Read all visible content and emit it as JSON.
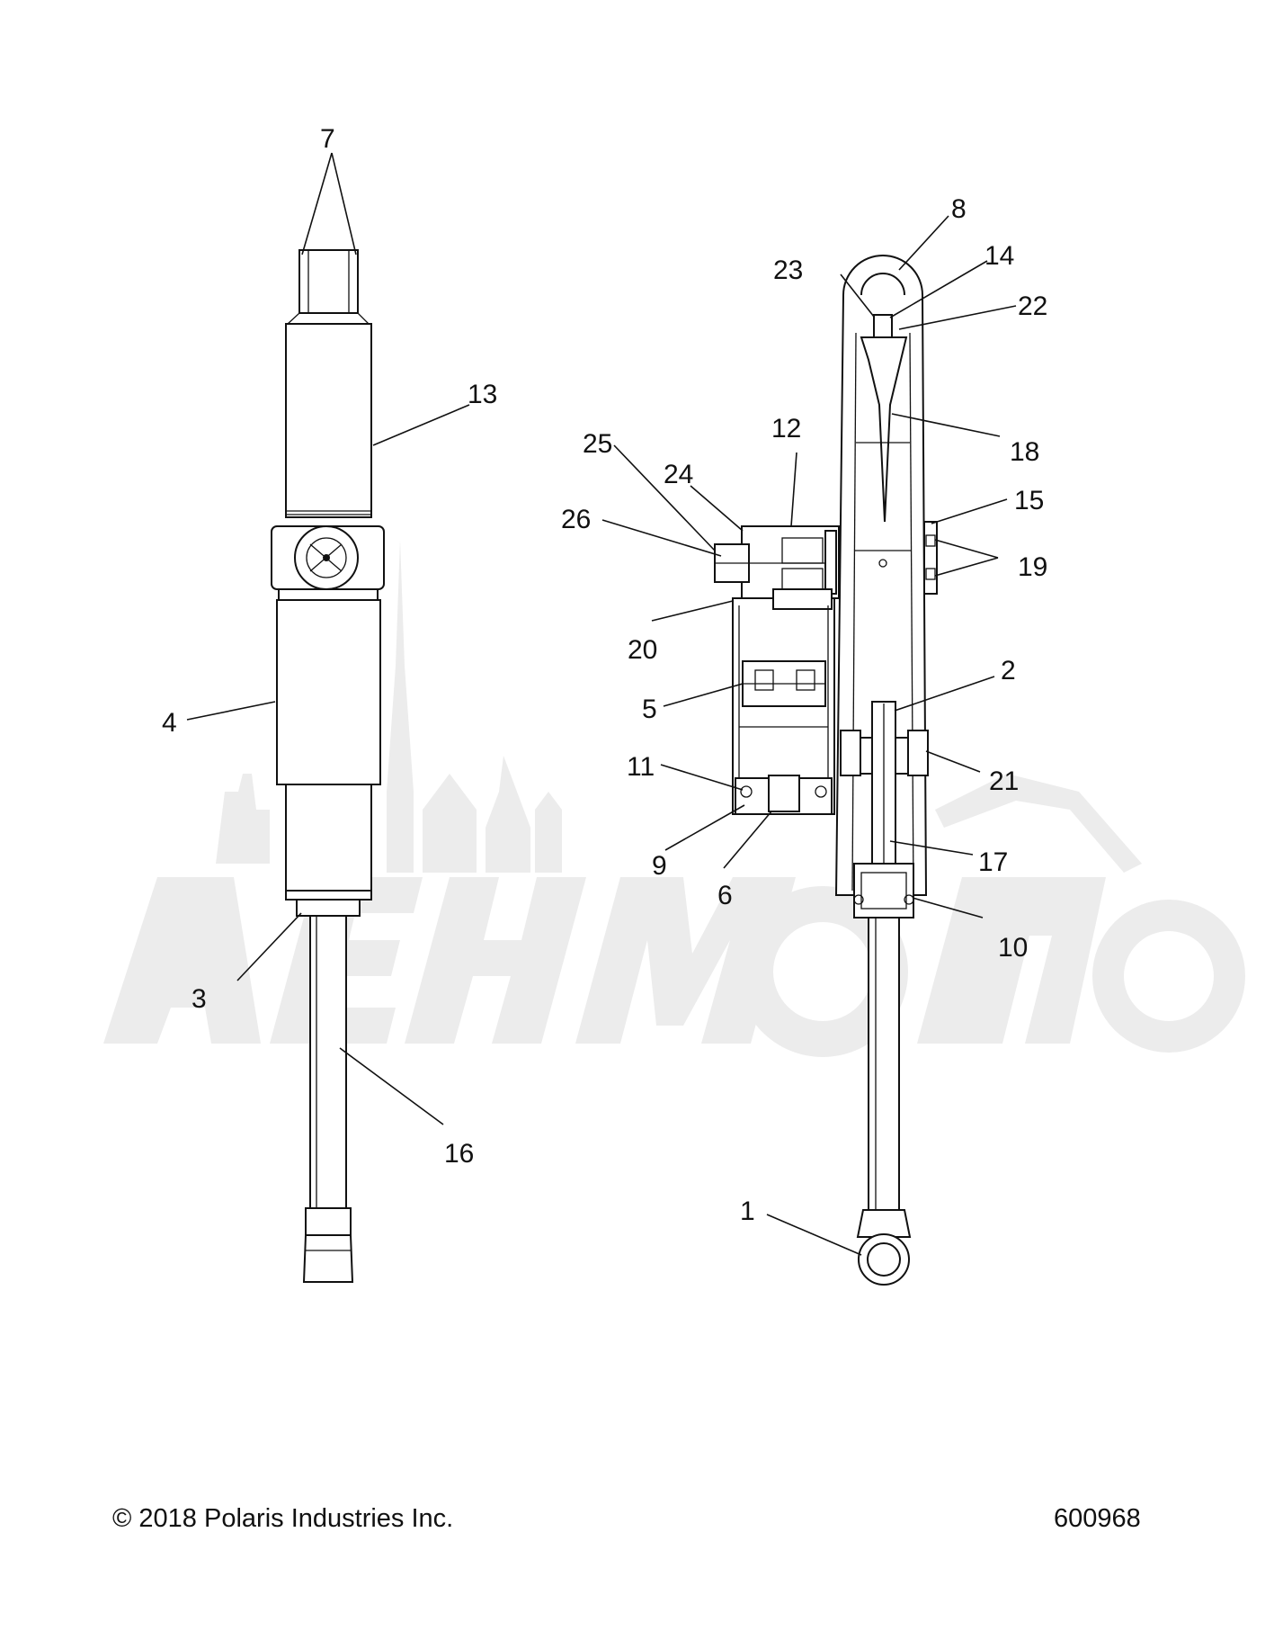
{
  "callouts": [
    {
      "id": "7",
      "label": "7"
    },
    {
      "id": "13",
      "label": "13"
    },
    {
      "id": "4",
      "label": "4"
    },
    {
      "id": "3",
      "label": "3"
    },
    {
      "id": "16",
      "label": "16"
    },
    {
      "id": "8",
      "label": "8"
    },
    {
      "id": "14",
      "label": "14"
    },
    {
      "id": "23",
      "label": "23"
    },
    {
      "id": "22",
      "label": "22"
    },
    {
      "id": "18",
      "label": "18"
    },
    {
      "id": "12",
      "label": "12"
    },
    {
      "id": "25",
      "label": "25"
    },
    {
      "id": "24",
      "label": "24"
    },
    {
      "id": "26",
      "label": "26"
    },
    {
      "id": "15",
      "label": "15"
    },
    {
      "id": "19",
      "label": "19"
    },
    {
      "id": "20",
      "label": "20"
    },
    {
      "id": "2",
      "label": "2"
    },
    {
      "id": "5",
      "label": "5"
    },
    {
      "id": "21",
      "label": "21"
    },
    {
      "id": "11",
      "label": "11"
    },
    {
      "id": "9",
      "label": "9"
    },
    {
      "id": "6",
      "label": "6"
    },
    {
      "id": "17",
      "label": "17"
    },
    {
      "id": "10",
      "label": "10"
    },
    {
      "id": "1",
      "label": "1"
    }
  ],
  "footer": {
    "copyright": "© 2018 Polaris Industries Inc.",
    "drawing_number": "600968"
  },
  "colors": {
    "line": "#111111",
    "watermark": "#ececec",
    "background": "#ffffff"
  }
}
